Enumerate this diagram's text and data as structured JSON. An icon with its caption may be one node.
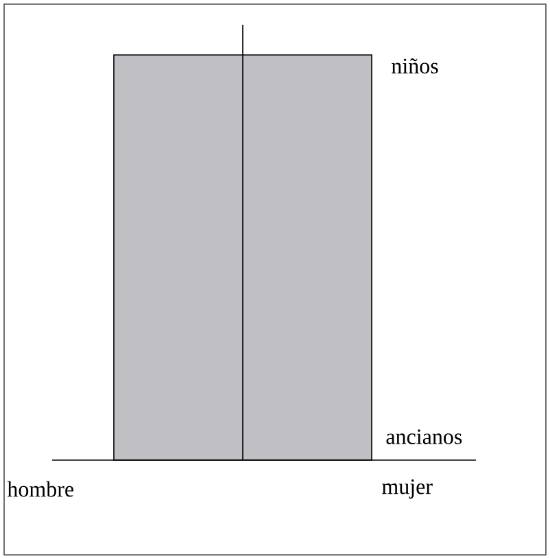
{
  "diagram": {
    "labels": [
      "niños",
      "ancianos",
      "hombre",
      "mujer"
    ]
  }
}
